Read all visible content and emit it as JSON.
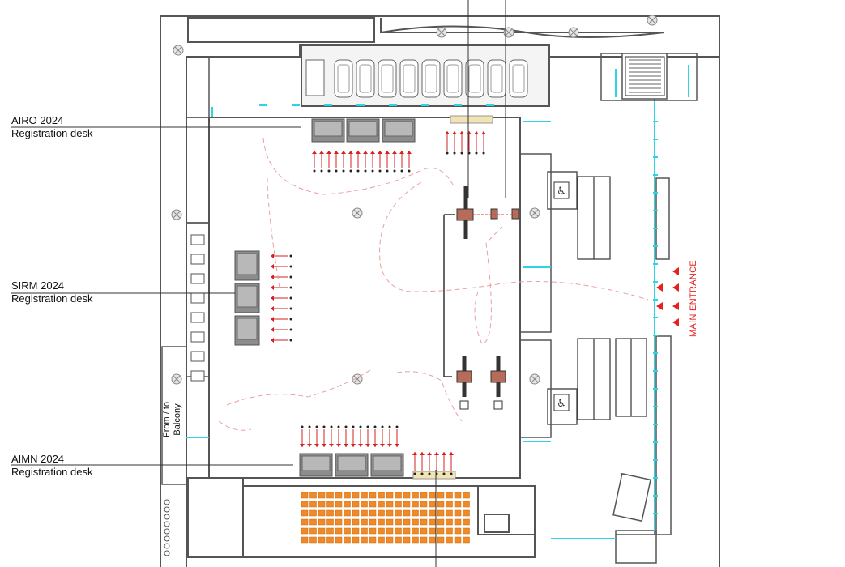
{
  "callouts": [
    {
      "name": "AIRO 2024",
      "desc": "Registration desk"
    },
    {
      "name": "SIRM 2024",
      "desc": "Registration desk"
    },
    {
      "name": "AIMN 2024",
      "desc": "Registration desk"
    }
  ],
  "entrance_label": "MAIN ENTRANCE",
  "balcony_label": {
    "line1": "From / to",
    "line2": "Balcony"
  },
  "colors": {
    "wall": "#555555",
    "glass": "#2fd3e6",
    "arrow_red": "#d42020",
    "entrance_red": "#e52222",
    "seat_orange": "#f08a28",
    "desk_grey": "#8c8c8c",
    "flow_dash": "#e8a0a0"
  },
  "icons": [
    "wheelchair-icon",
    "elevator-icon",
    "stairs-icon",
    "escalator-icon"
  ]
}
